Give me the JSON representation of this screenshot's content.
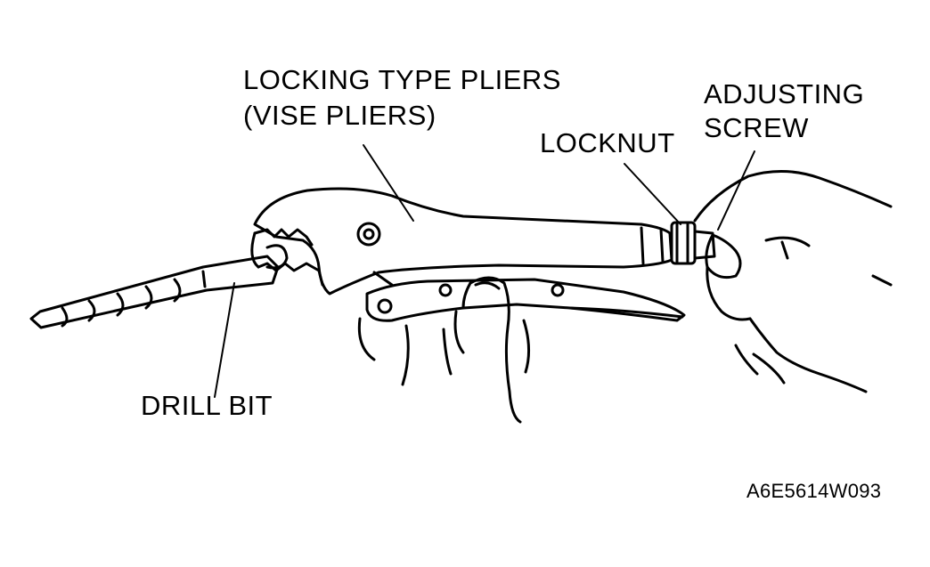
{
  "labels": {
    "pliers_line1": "LOCKING TYPE PLIERS",
    "pliers_line2": "(VISE PLIERS)",
    "adjusting_line1": "ADJUSTING",
    "adjusting_line2": "SCREW",
    "locknut": "LOCKNUT",
    "drill_bit": "DRILL BIT"
  },
  "figure_code": "A6E5614W093"
}
